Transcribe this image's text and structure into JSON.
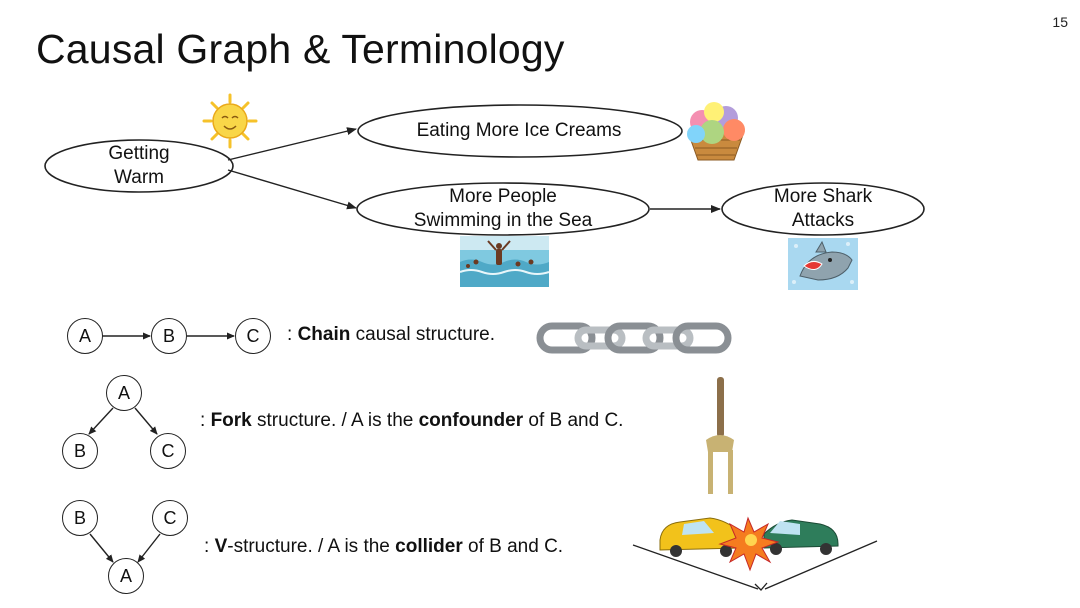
{
  "slide": {
    "number": "15",
    "title": "Causal Graph & Terminology"
  },
  "graph": {
    "nodes": {
      "warm": {
        "line1": "Getting",
        "line2": "Warm"
      },
      "ice_cream": {
        "line1": "Eating More Ice Creams"
      },
      "swimming": {
        "line1": "More People",
        "line2": "Swimming in the Sea"
      },
      "shark": {
        "line1": "More Shark",
        "line2": "Attacks"
      }
    },
    "illustrations": [
      "sun-icon",
      "ice-cream-icon",
      "swimmers-photo",
      "shark-icon"
    ]
  },
  "structures": {
    "chain": {
      "nodes": [
        "A",
        "B",
        "C"
      ],
      "prefix": ": ",
      "bold": "Chain",
      "rest": " causal structure.",
      "illustration": "chain-icon"
    },
    "fork": {
      "nodes": [
        "A",
        "B",
        "C"
      ],
      "prefix": ": ",
      "bold": "Fork",
      "rest": " structure. / A is the ",
      "bold2": "confounder",
      "rest2": " of B and C.",
      "illustration": "fork-icon"
    },
    "v": {
      "nodes": [
        "B",
        "C",
        "A"
      ],
      "prefix": ": ",
      "bold": "V",
      "rest": "-structure. / A is the ",
      "bold2": "collider",
      "rest2": " of B and C.",
      "illustration": "car-crash-icon"
    }
  },
  "colors": {
    "sun": "#F6C22A",
    "shark_bg": "#A9D8F0",
    "car_yellow": "#F2C21B",
    "car_green": "#2E7D5B",
    "explosion": "#F57C1F"
  }
}
